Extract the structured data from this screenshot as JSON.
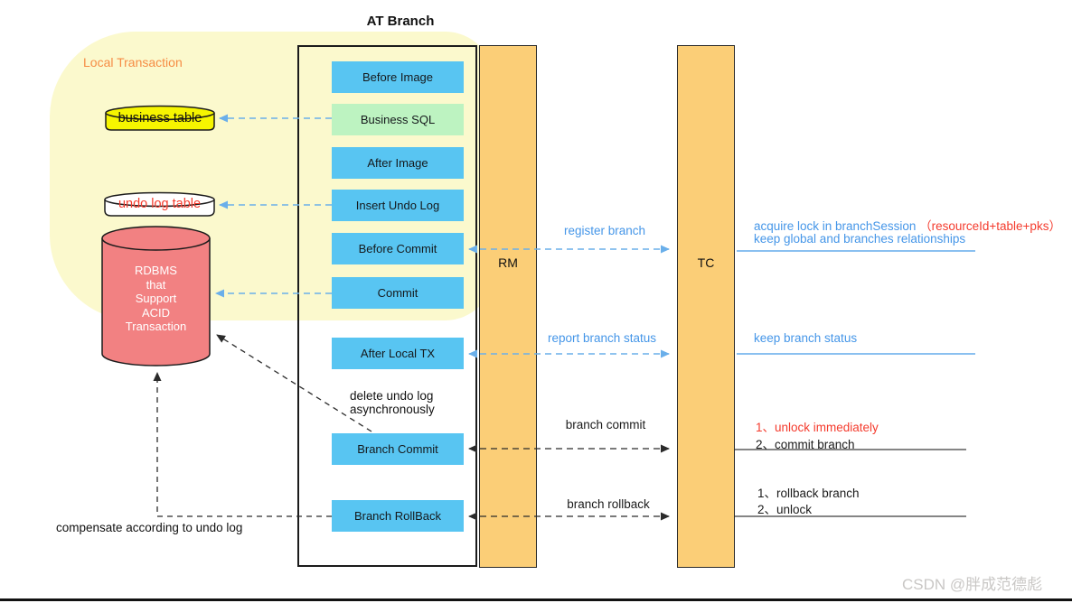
{
  "title": "AT Branch",
  "region_label": "Local Transaction",
  "lanes": {
    "rm": "RM",
    "tc": "TC"
  },
  "datastores": {
    "business_table": "business table",
    "undo_log_table": "undo log table",
    "rdbms": "RDBMS\nthat\nSupport\nACID\nTransaction"
  },
  "steps": [
    {
      "label": "Before Image",
      "variant": "blue"
    },
    {
      "label": "Business SQL",
      "variant": "green"
    },
    {
      "label": "After Image",
      "variant": "blue"
    },
    {
      "label": "Insert Undo Log",
      "variant": "blue"
    },
    {
      "label": "Before Commit",
      "variant": "blue"
    },
    {
      "label": "Commit",
      "variant": "blue"
    },
    {
      "label": "After Local TX",
      "variant": "blue"
    },
    {
      "label": "Branch Commit",
      "variant": "blue"
    },
    {
      "label": "Branch RollBack",
      "variant": "blue"
    }
  ],
  "messages": {
    "register_branch": "register branch",
    "report_branch_status": "report branch status",
    "branch_commit": "branch commit",
    "branch_rollback": "branch rollback",
    "delete_undo_log": "delete undo log\nasynchronously",
    "compensate": "compensate according to undo log"
  },
  "tc_notes": {
    "acquire_lock_prefix": "acquire lock in branchSession ",
    "acquire_lock_highlight": "（resourceId+table+pks）",
    "keep_global": "keep global and branches relationships",
    "keep_branch_status": "keep branch status",
    "commit_step1": "1、unlock immediately",
    "commit_step2": "2、commit branch",
    "rollback_step1": "1、rollback branch",
    "rollback_step2": "2、unlock"
  },
  "watermark": "CSDN @胖成范德彪",
  "colors": {
    "region_fill": "#FBF9CD",
    "step_blue": "#58C5F2",
    "step_green": "#BDF3C1",
    "lane_orange": "#FBCE77",
    "db_red": "#F28182",
    "table_yellow": "#F6F500",
    "accent_blue": "#4596E8",
    "arrow_blue": "#6AAFEA",
    "accent_red": "#F43B2D"
  }
}
